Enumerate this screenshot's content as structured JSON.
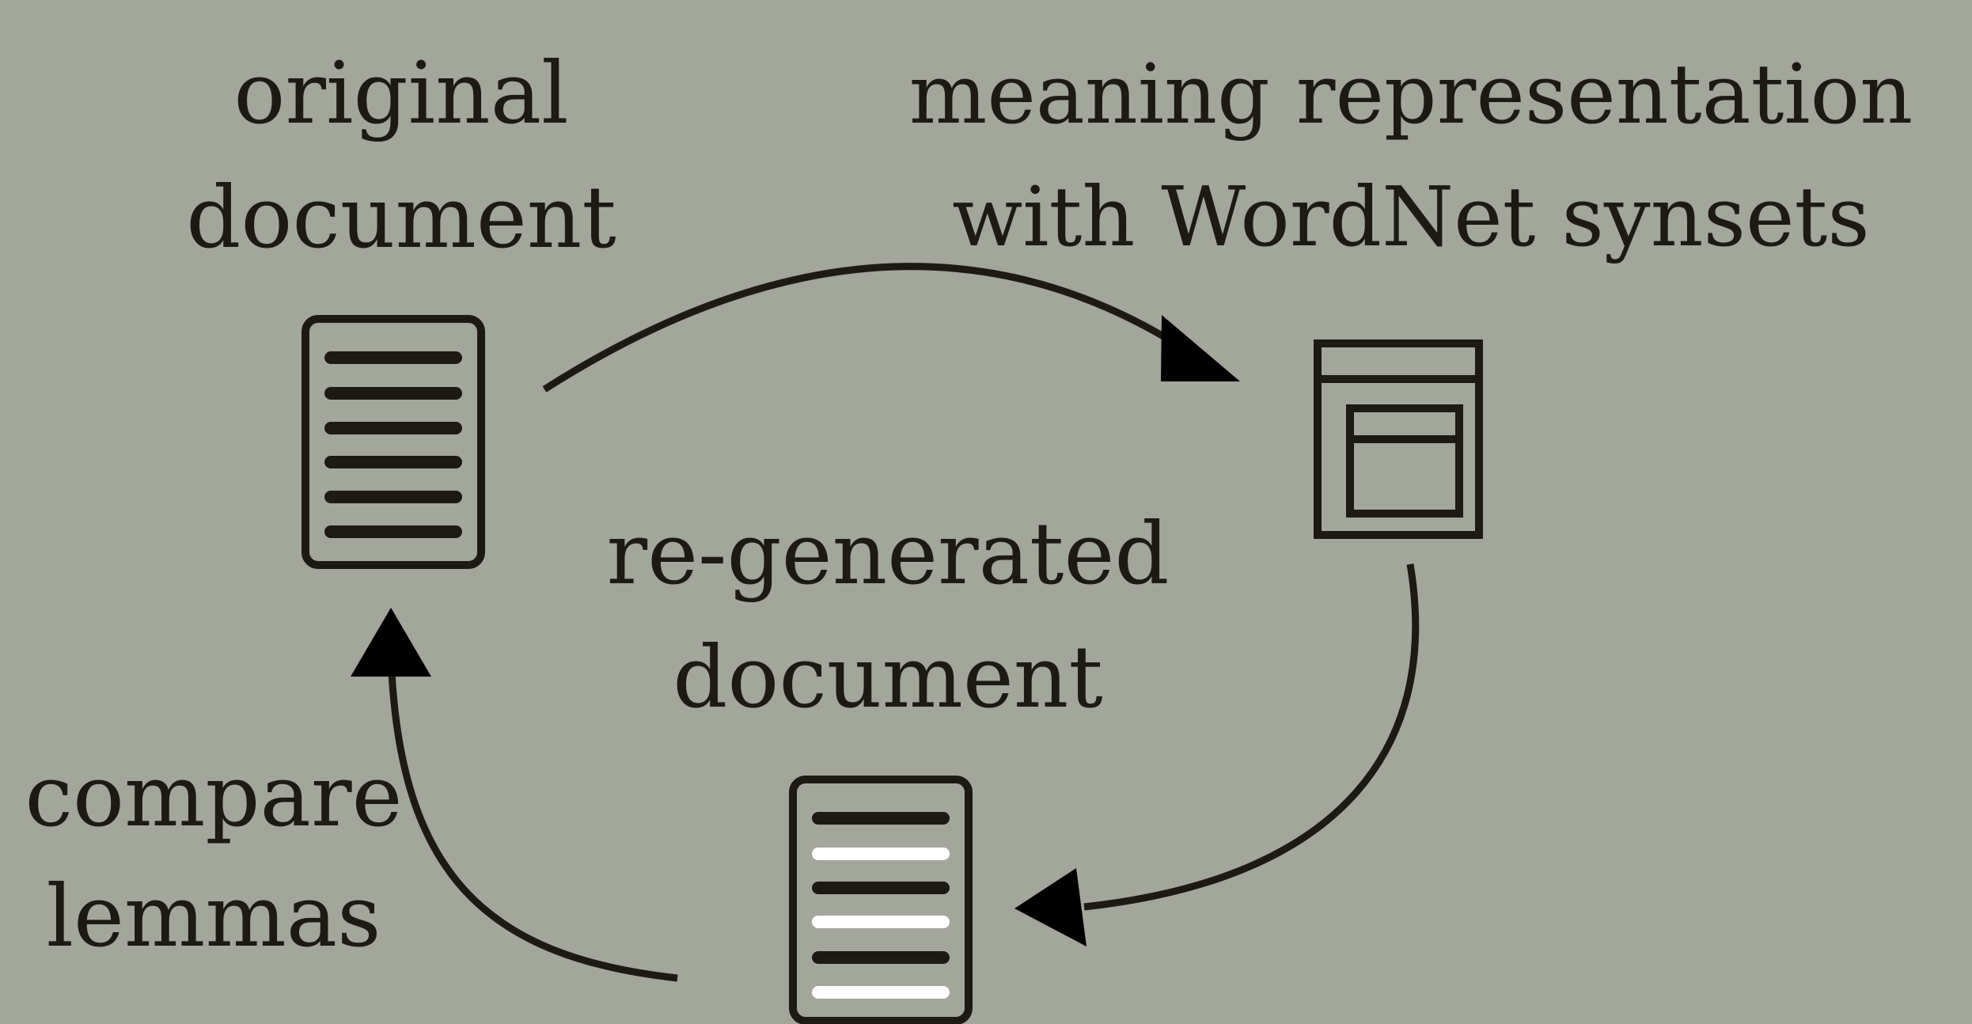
{
  "diagram": {
    "nodes": {
      "original": {
        "line1": "original",
        "line2": "document"
      },
      "meaning": {
        "line1": "meaning representation",
        "line2": "with WordNet synsets"
      },
      "regenerated": {
        "line1": "re-generated",
        "line2": "document"
      }
    },
    "edges": {
      "compare": {
        "line1": "compare",
        "line2": "lemmas"
      }
    },
    "colors": {
      "background": "#a3a69b",
      "ink": "#1c1a12",
      "highlight_line": "#ffffff"
    },
    "icons": {
      "original": "document-icon",
      "meaning": "window-icon",
      "regenerated": "document-partial-icon"
    }
  }
}
